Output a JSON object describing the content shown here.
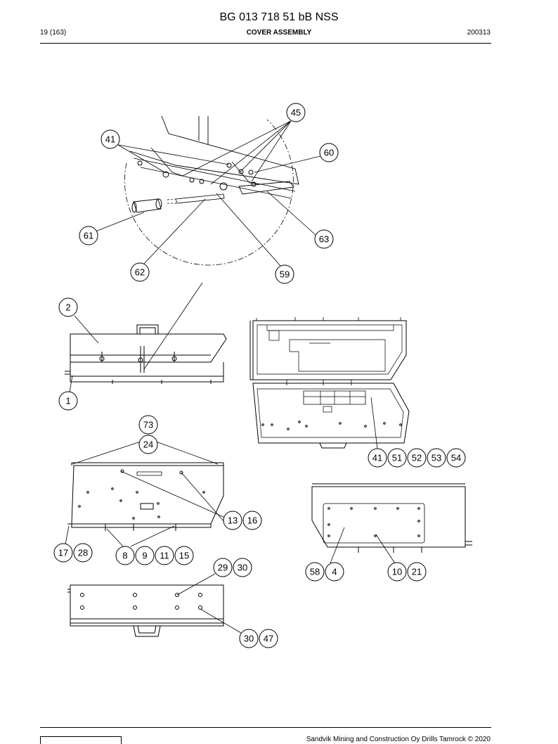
{
  "header": {
    "doc_title": "BG 013 718 51 bB NSS",
    "page_number": "19 (163)",
    "section_title": "COVER ASSEMBLY",
    "doc_date": "200313"
  },
  "footer": {
    "copyright": "Sandvik Mining and Construction Oy Drills Tamrock © 2020"
  },
  "callouts": [
    "45",
    "41",
    "60",
    "61",
    "63",
    "62",
    "59",
    "2",
    "1",
    "73",
    "24",
    "41",
    "51",
    "52",
    "53",
    "54",
    "13",
    "16",
    "17",
    "28",
    "8",
    "9",
    "11",
    "15",
    "29",
    "30",
    "58",
    "4",
    "10",
    "21",
    "30",
    "47"
  ]
}
